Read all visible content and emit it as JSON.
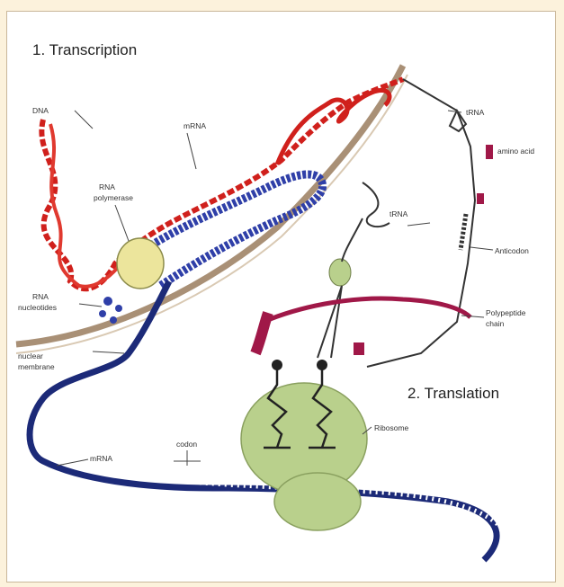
{
  "sections": {
    "transcription": "1. Transcription",
    "translation": "2. Translation"
  },
  "labels": {
    "dna": "DNA",
    "mrna_top": "mRNA",
    "rna_polymerase_1": "RNA",
    "rna_polymerase_2": "polymerase",
    "rna_nucleotides_1": "RNA",
    "rna_nucleotides_2": "nucleotides",
    "nuclear_membrane_1": "nuclear",
    "nuclear_membrane_2": "membrane",
    "trna_top": "tRNA",
    "amino_acid": "amino acid",
    "trna_mid": "tRNA",
    "anticodon": "Anticodon",
    "polypeptide_1": "Polypeptide",
    "polypeptide_2": "chain",
    "ribosome": "Ribosome",
    "codon": "codon",
    "mrna_bottom": "mRNA"
  },
  "colors": {
    "dna": "#d0201c",
    "mrna": "#1c2a78",
    "rna_blue": "#2f3fa8",
    "membrane": "#a99076",
    "ribosome": "#b9d08c",
    "polymerase": "#ece59c",
    "polypeptide": "#a01848",
    "background": "#fcf2dc"
  }
}
